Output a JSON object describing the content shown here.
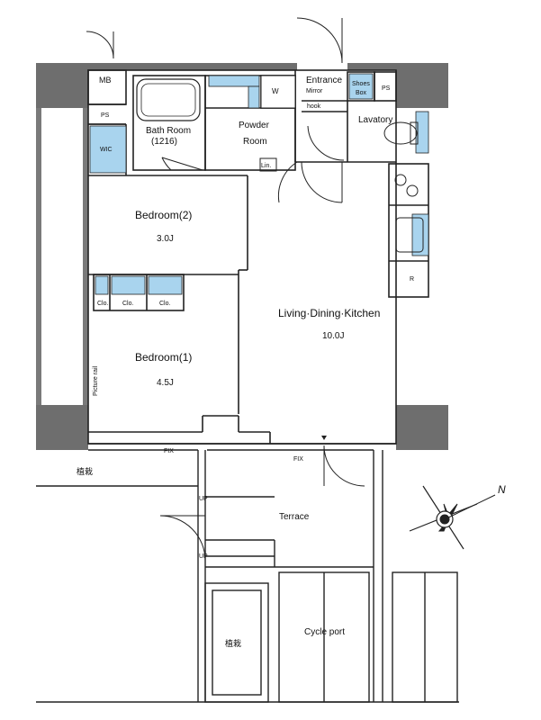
{
  "rooms": {
    "mb": "MB",
    "ps_top": "PS",
    "ps_left": "PS",
    "wic": "WIC",
    "bath_room": "Bath Room",
    "bath_size": "(1216)",
    "washer": "W",
    "powder_room_1": "Powder",
    "powder_room_2": "Room",
    "linen": "Lin.",
    "entrance": "Entrance",
    "mirror": "Mirror",
    "hook": "hook",
    "shoes_box_1": "Shoes",
    "shoes_box_2": "Box",
    "lavatory": "Lavatory",
    "bedroom2": "Bedroom(2)",
    "bedroom2_size": "3.0J",
    "bedroom1": "Bedroom(1)",
    "bedroom1_size": "4.5J",
    "closet_1": "Clo.",
    "closet_2": "Clo.",
    "closet_3": "Clo.",
    "picture_rail": "Picture rail",
    "ldk": "Living·Dining·Kitchen",
    "ldk_size": "10.0J",
    "fridge": "R",
    "fix_1": "FIX",
    "fix_2": "FIX",
    "planting_1": "植栽",
    "planting_2": "植栽",
    "up_1": "UP",
    "up_2": "UP",
    "terrace": "Terrace",
    "cycle_port": "Cycle port",
    "north": "N"
  },
  "colors": {
    "wall": "#6e6e6e",
    "line": "#222222",
    "fixture_blue": "#a9d4ee"
  }
}
